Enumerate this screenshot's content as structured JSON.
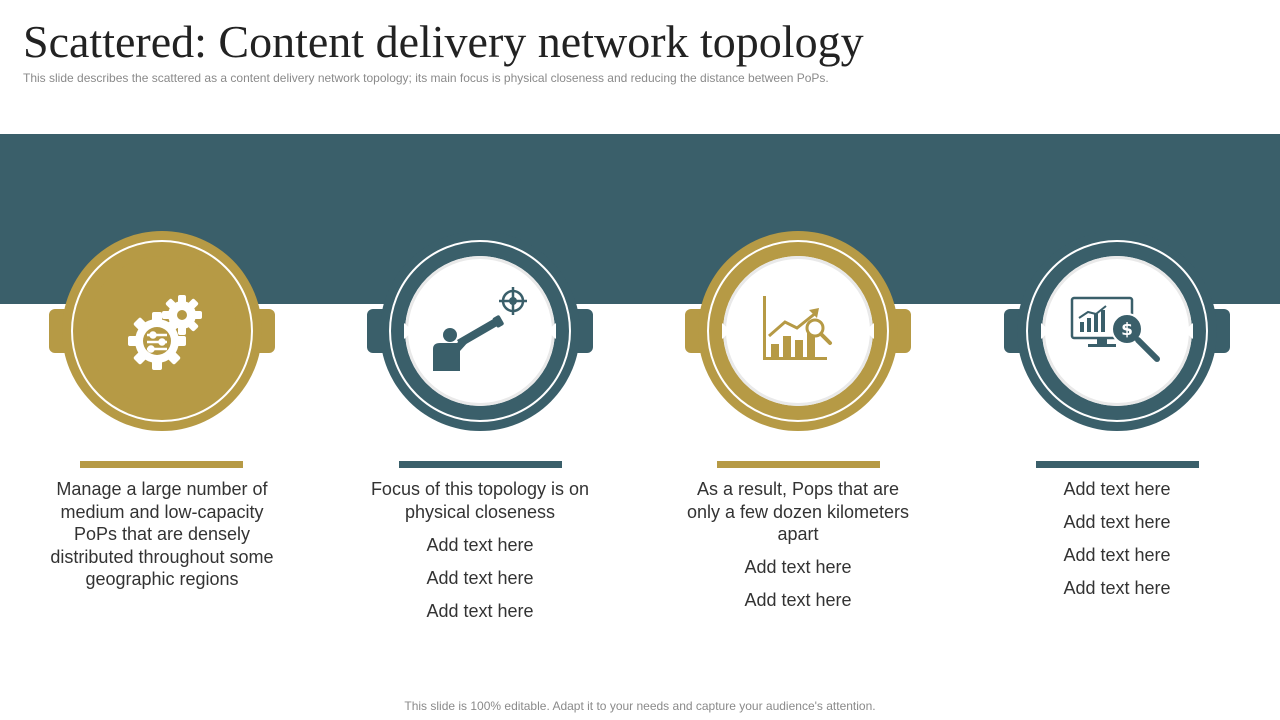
{
  "title": "Scattered: Content delivery network topology",
  "subtitle": "This slide describes the scattered as a content delivery  network topology; its main focus is physical closeness and reducing the distance between PoPs.",
  "colors": {
    "band": "#3a5f6a",
    "gold": "#b69a45",
    "teal": "#3a5f6a"
  },
  "columns": [
    {
      "icon": "gears-settings-icon",
      "paragraphs": [
        "Manage a large number of medium and low-capacity PoPs that are densely distributed throughout some geographic regions"
      ]
    },
    {
      "icon": "telescope-target-icon",
      "paragraphs": [
        "Focus of this topology is on physical closeness",
        "Add text here",
        "Add text here",
        "Add text here"
      ]
    },
    {
      "icon": "growth-chart-magnifier-icon",
      "paragraphs": [
        "As a result, Pops that are only a few dozen kilometers apart",
        "Add text here",
        "Add text here"
      ]
    },
    {
      "icon": "monitor-dollar-search-icon",
      "paragraphs": [
        "Add text here",
        "Add text here",
        "Add text here",
        "Add text here"
      ]
    }
  ],
  "footer": "This slide is 100% editable. Adapt it to your needs and capture your audience's attention."
}
